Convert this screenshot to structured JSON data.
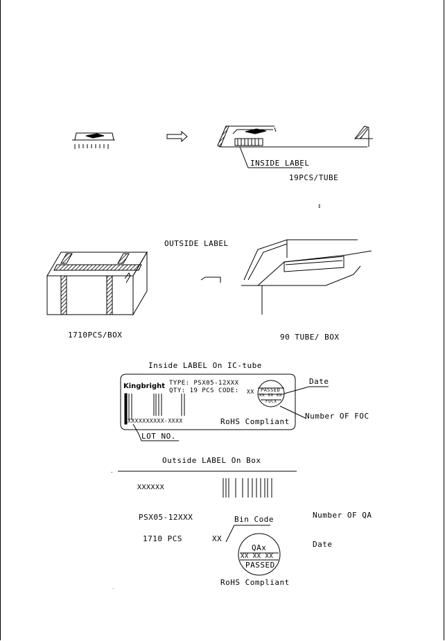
{
  "packaging": {
    "inside_label_callout": "INSIDE LABEL",
    "tube_qty": "19PCS/TUBE",
    "outside_label_callout": "OUTSIDE  LABEL",
    "box_qty": "1710PCS/BOX",
    "tubes_per_box": "90 TUBE/ BOX"
  },
  "inside_label": {
    "heading": "Inside LABEL On IC-tube",
    "brand": "Kingbright",
    "type_line": "TYPE: PSX05-12XXX",
    "qty_line": "QTY: 19 PCS CODE:",
    "code_value": "XX",
    "stamp_passed": "PASSED",
    "stamp_date": "XX XX XX",
    "stamp_foc": "FOCX",
    "barcode_text": "XXXXXXXXXX-XXXX",
    "rohs": "RoHS Compliant",
    "lot_callout": "LOT NO.",
    "date_callout": "Date",
    "foc_callout": "Number OF FOC"
  },
  "outside_label": {
    "heading": "Outside LABEL On Box",
    "code_text": "XXXXXX",
    "part_number": "PSX05-12XXX",
    "bin_callout": "Bin Code",
    "quantity": "1710   PCS",
    "bin_value": "XX",
    "stamp_qa": "QAx",
    "stamp_date": "XX  XX  XX",
    "stamp_passed": "PASSED",
    "rohs": "RoHS Compliant",
    "qa_callout": "Number OF QA",
    "date_callout": "Date"
  }
}
